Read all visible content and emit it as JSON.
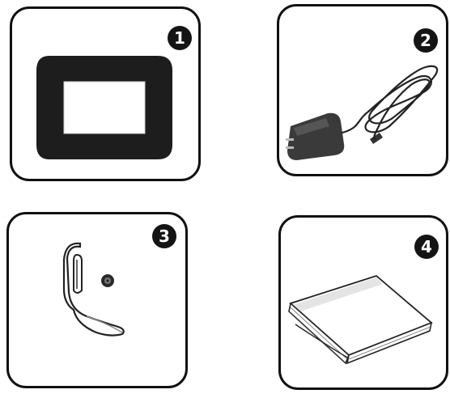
{
  "items": [
    {
      "number": "1",
      "icon": "photo-frame-icon"
    },
    {
      "number": "2",
      "icon": "power-adapter-icon"
    },
    {
      "number": "3",
      "icon": "stand-and-screw-icon"
    },
    {
      "number": "4",
      "icon": "user-manual-icon"
    }
  ]
}
